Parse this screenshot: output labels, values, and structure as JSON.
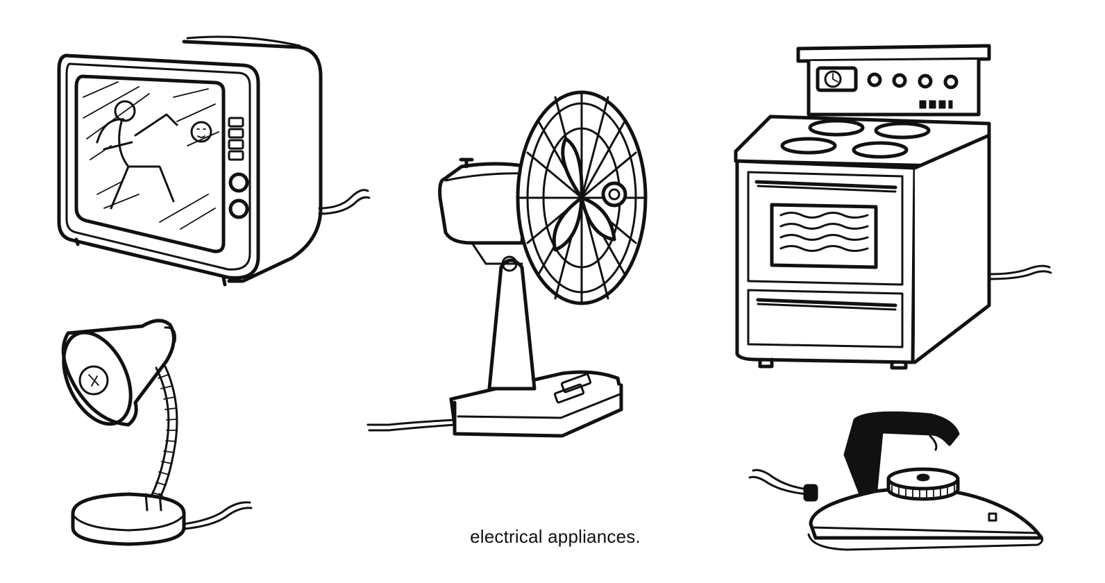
{
  "caption": "electrical appliances.",
  "colors": {
    "ink": "#111111",
    "background": "#ffffff"
  },
  "illustrations": [
    {
      "name": "television",
      "icon": "television-icon"
    },
    {
      "name": "desk-lamp",
      "icon": "desk-lamp-icon"
    },
    {
      "name": "electric-fan",
      "icon": "electric-fan-icon"
    },
    {
      "name": "electric-stove",
      "icon": "electric-stove-icon"
    },
    {
      "name": "electric-iron",
      "icon": "electric-iron-icon"
    }
  ]
}
